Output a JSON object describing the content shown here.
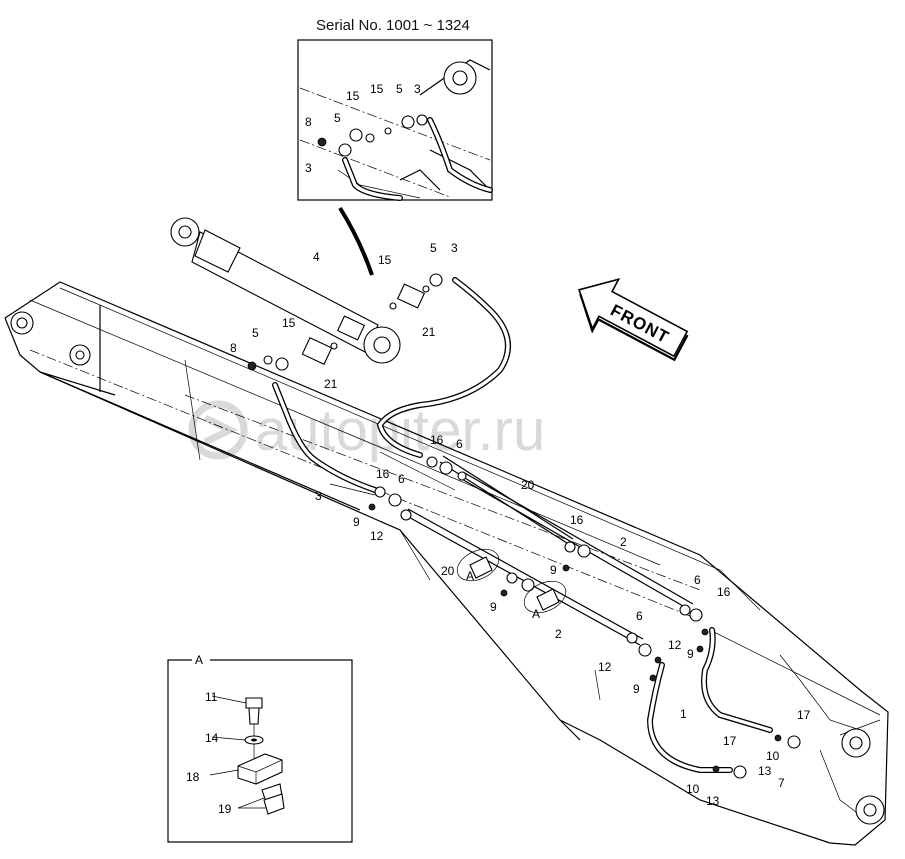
{
  "header": {
    "serial_text": "Serial No. 1001 ~ 1324"
  },
  "watermark": "autopiter.ru",
  "direction_arrow": "FRONT",
  "callout_letter": "A",
  "detail_box": {
    "title": "A",
    "labels": [
      "11",
      "14",
      "18",
      "19"
    ]
  },
  "inset_labels": [
    "15",
    "5",
    "3",
    "8",
    "5",
    "15",
    "3"
  ],
  "main_labels": [
    "4",
    "5",
    "3",
    "15",
    "21",
    "5",
    "15",
    "8",
    "21",
    "16",
    "6",
    "3",
    "16",
    "6",
    "9",
    "12",
    "20",
    "16",
    "2",
    "20",
    "A",
    "9",
    "9",
    "A",
    "2",
    "6",
    "16",
    "6",
    "12",
    "12",
    "9",
    "9",
    "1",
    "17",
    "17",
    "10",
    "13",
    "10",
    "13",
    "7"
  ],
  "icons": [
    "watermark-logo-icon",
    "front-arrow-icon"
  ]
}
